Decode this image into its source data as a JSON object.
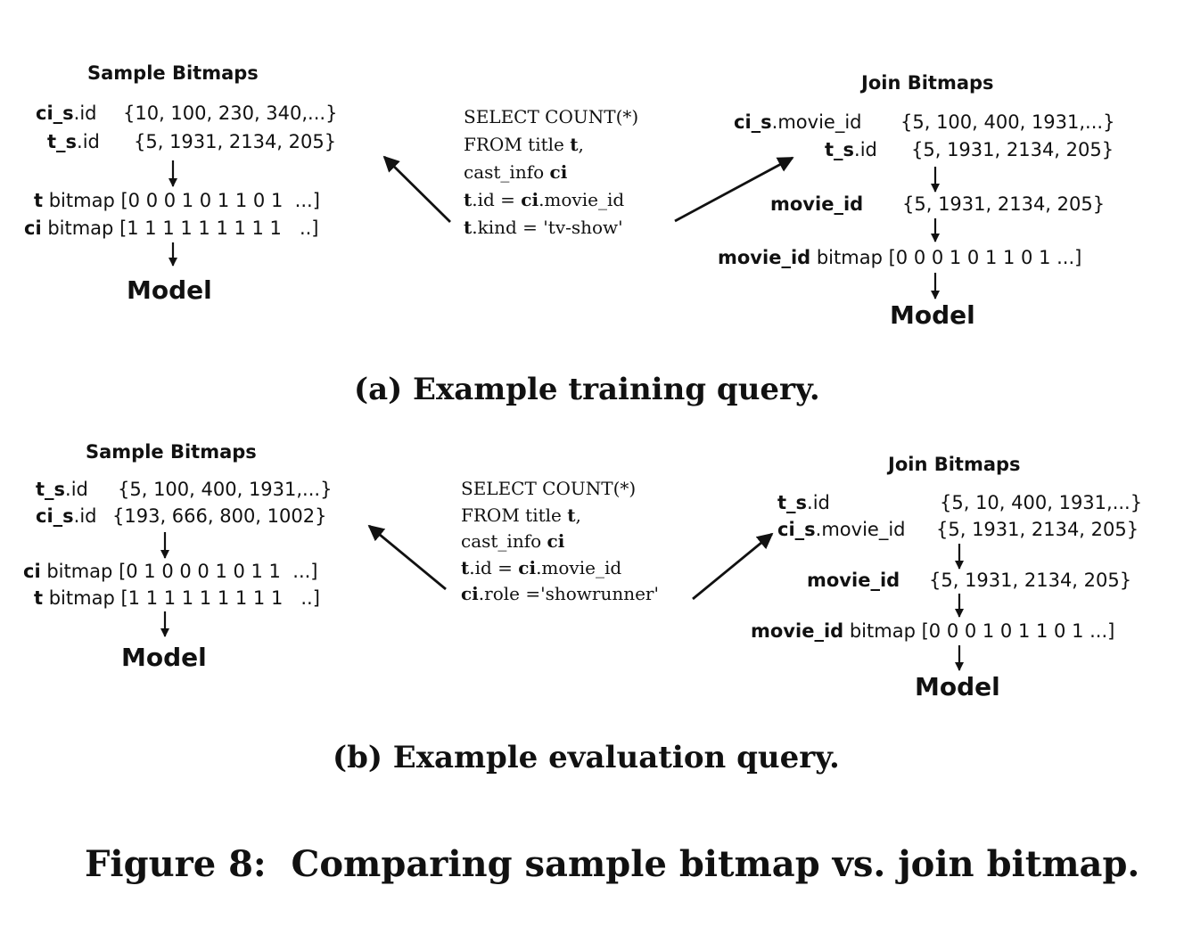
{
  "panel_a": {
    "sample": {
      "title": "Sample Bitmaps",
      "rows": [
        {
          "name": "ci_s",
          "suffix": ".id",
          "values": "{10, 100, 230, 340,...}"
        },
        {
          "name": "t_s",
          "suffix": ".id",
          "values": "{5, 1931, 2134, 205}"
        }
      ],
      "bitmaps": [
        {
          "name": "t",
          "suffix": " bitmap",
          "bits": "[0 0 0 1 0 1 1 0 1  ...]"
        },
        {
          "name": "ci",
          "suffix": " bitmap",
          "bits": "[1 1 1 1 1 1 1 1 1   ..]"
        }
      ],
      "model": "Model"
    },
    "sql": {
      "l1": "SELECT COUNT(*)",
      "l2_pre": "FROM title ",
      "l2_b": "t",
      "l2_post": ",",
      "l3_pre": "cast_info ",
      "l3_b": "ci",
      "l4_a": "t",
      "l4_b": ".id = ",
      "l4_c": "ci",
      "l4_d": ".movie_id",
      "l5_a": "t",
      "l5_b": ".kind = 'tv-show'"
    },
    "join": {
      "title": "Join Bitmaps",
      "rows": [
        {
          "name": "ci_s",
          "suffix": ".movie_id",
          "values": "{5, 100, 400, 1931,...}"
        },
        {
          "name": "t_s",
          "suffix": ".id",
          "values": "{5, 1931, 2134, 205}"
        }
      ],
      "movie_label": "movie_id",
      "movie_values": "{5, 1931, 2134, 205}",
      "bitmap_name": "movie_id",
      "bitmap_suffix": " bitmap",
      "bitmap_bits": "[0 0 0 1 0 1 1 0 1 ...]",
      "model": "Model"
    },
    "caption": "(a) Example training query."
  },
  "panel_b": {
    "sample": {
      "title": "Sample Bitmaps",
      "rows": [
        {
          "name": "t_s",
          "suffix": ".id",
          "values": "{5, 100, 400, 1931,...}"
        },
        {
          "name": "ci_s",
          "suffix": ".id",
          "values": "{193, 666, 800, 1002}"
        }
      ],
      "bitmaps": [
        {
          "name": "ci",
          "suffix": " bitmap",
          "bits": "[0 1 0 0 0 1 0 1 1  ...]"
        },
        {
          "name": "t",
          "suffix": " bitmap",
          "bits": "[1 1 1 1 1 1 1 1 1   ..]"
        }
      ],
      "model": "Model"
    },
    "sql": {
      "l1": "SELECT COUNT(*)",
      "l2_pre": "FROM title ",
      "l2_b": "t",
      "l2_post": ",",
      "l3_pre": "cast_info ",
      "l3_b": "ci",
      "l4_a": "t",
      "l4_b": ".id = ",
      "l4_c": "ci",
      "l4_d": ".movie_id",
      "l5_a": "ci",
      "l5_b": ".role ='showrunner'"
    },
    "join": {
      "title": "Join Bitmaps",
      "rows": [
        {
          "name": "t_s",
          "suffix": ".id",
          "values": "{5, 10, 400, 1931,...}"
        },
        {
          "name": "ci_s",
          "suffix": ".movie_id",
          "values": "{5, 1931, 2134, 205}"
        }
      ],
      "movie_label": "movie_id",
      "movie_values": "{5, 1931, 2134, 205}",
      "bitmap_name": "movie_id",
      "bitmap_suffix": " bitmap",
      "bitmap_bits": "[0 0 0 1 0 1 1 0 1 ...]",
      "model": "Model"
    },
    "caption": "(b) Example evaluation query."
  },
  "figure_caption": "Figure 8:  Comparing sample bitmap vs. join bitmap."
}
